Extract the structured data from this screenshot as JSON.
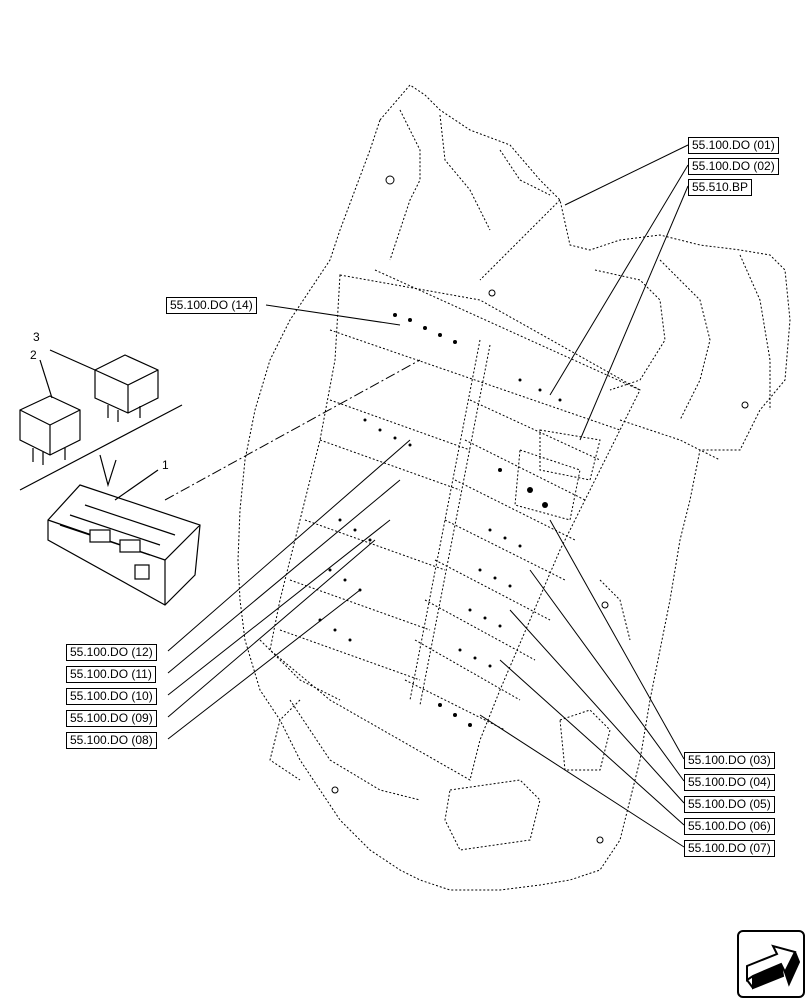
{
  "references": [
    {
      "id": "r01",
      "label": "55.100.DO (01)"
    },
    {
      "id": "r02",
      "label": "55.100.DO (02)"
    },
    {
      "id": "rbp",
      "label": "55.510.BP"
    },
    {
      "id": "r14",
      "label": "55.100.DO (14)"
    },
    {
      "id": "r12",
      "label": "55.100.DO (12)"
    },
    {
      "id": "r11",
      "label": "55.100.DO (11)"
    },
    {
      "id": "r10",
      "label": "55.100.DO (10)"
    },
    {
      "id": "r09",
      "label": "55.100.DO (09)"
    },
    {
      "id": "r08",
      "label": "55.100.DO (08)"
    },
    {
      "id": "r03",
      "label": "55.100.DO (03)"
    },
    {
      "id": "r04",
      "label": "55.100.DO (04)"
    },
    {
      "id": "r05",
      "label": "55.100.DO (05)"
    },
    {
      "id": "r06",
      "label": "55.100.DO (06)"
    },
    {
      "id": "r07",
      "label": "55.100.DO (07)"
    }
  ],
  "item_numbers": {
    "one": "1",
    "two": "2",
    "three": "3"
  },
  "icons": {
    "next_page": "next-page-arrow-icon"
  }
}
